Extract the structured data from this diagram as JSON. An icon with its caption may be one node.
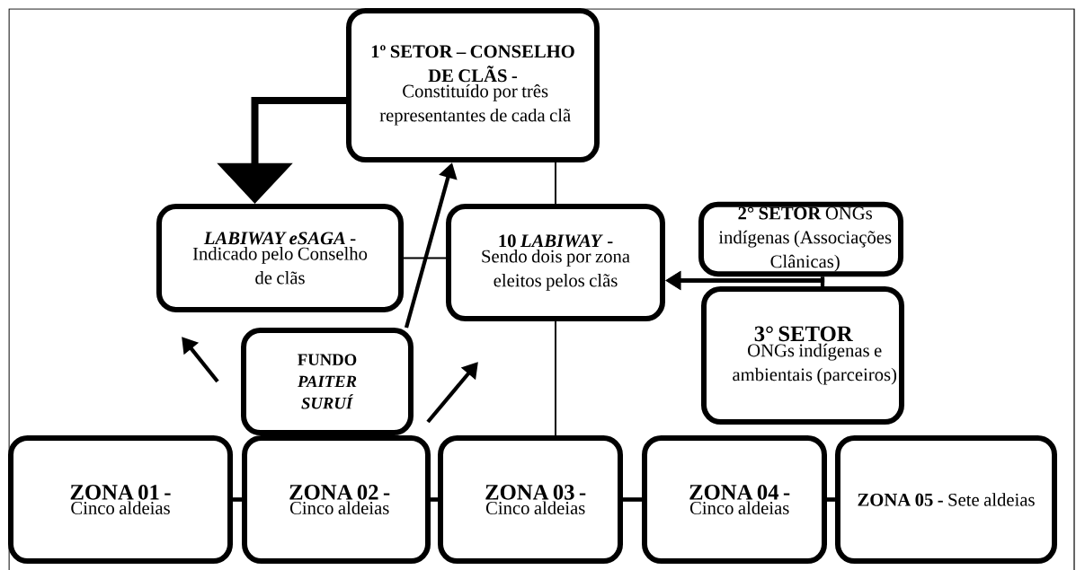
{
  "diagram": {
    "nodes": [
      {
        "text": [
          "1º SETOR – CONSELHO DE CLÃS -",
          "Constituído por três representantes de cada clã"
        ]
      },
      {
        "text": [
          "*LABIWAY eSAGA* -",
          "Indicado pelo Conselho de clãs"
        ]
      },
      {
        "text": [
          "10 *LABIWAY* -",
          "Sendo dois por zona eleitos pelos clãs"
        ]
      },
      {
        "text": [
          "**2° SETOR** ONGs indígenas (Associações Clânicas)"
        ]
      },
      {
        "text": [
          "3° SETOR",
          "ONGs indígenas e ambientais (parceiros)"
        ]
      },
      {
        "text": [
          "FUNDO *PAITER SURUÍ*"
        ]
      },
      {
        "text": [
          "ZONA 01 -",
          "Cinco aldeias"
        ]
      },
      {
        "text": [
          "ZONA 02 -",
          "Cinco aldeias"
        ]
      },
      {
        "text": [
          "ZONA 03 -",
          "Cinco aldeias"
        ]
      },
      {
        "text": [
          "ZONA 04 -",
          "Cinco aldeias"
        ]
      },
      {
        "text": [
          "**ZONA 05 -** Sete aldeias"
        ]
      }
    ],
    "edges": [
      {
        "from": 0,
        "to": 1,
        "arrow": "to",
        "style": "thick"
      },
      {
        "from": 0,
        "to": 2,
        "arrow": "none"
      },
      {
        "from": 1,
        "to": 2,
        "arrow": "none"
      },
      {
        "from": 5,
        "to": 0,
        "arrow": "to"
      },
      {
        "from": 5,
        "to": 1,
        "arrow": "to"
      },
      {
        "from": 5,
        "to": 2,
        "arrow": "to"
      },
      {
        "from": 3,
        "to": 2,
        "arrow": "to"
      },
      {
        "from": 4,
        "to": 2,
        "arrow": "to"
      },
      {
        "from": 2,
        "to": 8,
        "arrow": "none"
      },
      {
        "from": 6,
        "to": 7,
        "arrow": "none"
      },
      {
        "from": 7,
        "to": 8,
        "arrow": "none"
      },
      {
        "from": 8,
        "to": 9,
        "arrow": "none"
      },
      {
        "from": 9,
        "to": 10,
        "arrow": "none"
      }
    ]
  }
}
